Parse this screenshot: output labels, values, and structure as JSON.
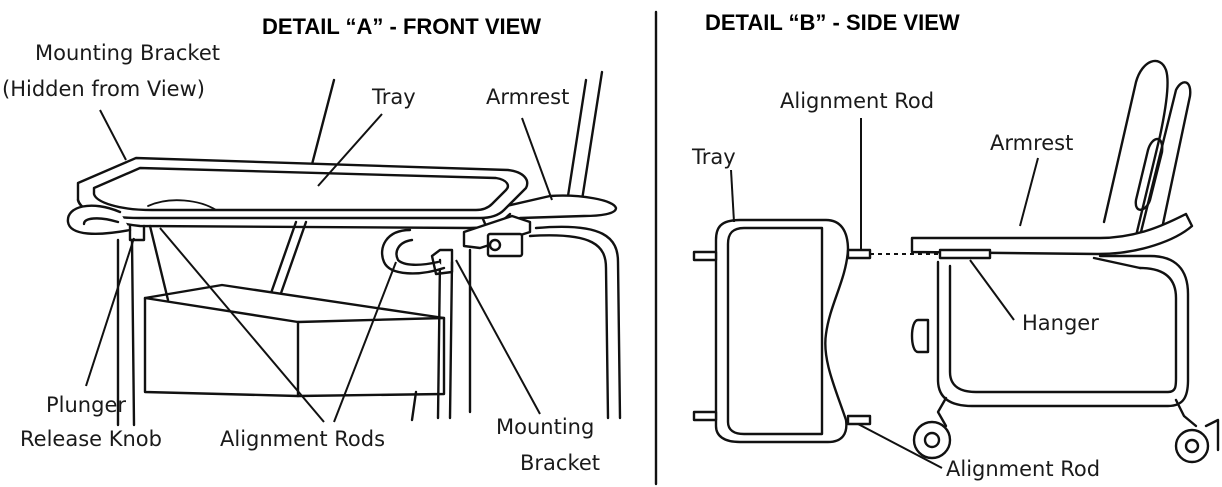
{
  "detail_a": {
    "title": "DETAIL “A” - FRONT VIEW",
    "labels": {
      "mounting_bracket_hidden_1": "Mounting Bracket",
      "mounting_bracket_hidden_2": "(Hidden from View)",
      "tray": "Tray",
      "armrest": "Armrest",
      "plunger_1": "Plunger",
      "plunger_2": "Release Knob",
      "alignment_rods": "Alignment Rods",
      "mounting_bracket_1": "Mounting",
      "mounting_bracket_2": "Bracket"
    }
  },
  "detail_b": {
    "title": "DETAIL “B” - SIDE VIEW",
    "labels": {
      "alignment_rod_top": "Alignment Rod",
      "tray": "Tray",
      "armrest": "Armrest",
      "hanger": "Hanger",
      "alignment_rod_bottom": "Alignment Rod"
    }
  }
}
